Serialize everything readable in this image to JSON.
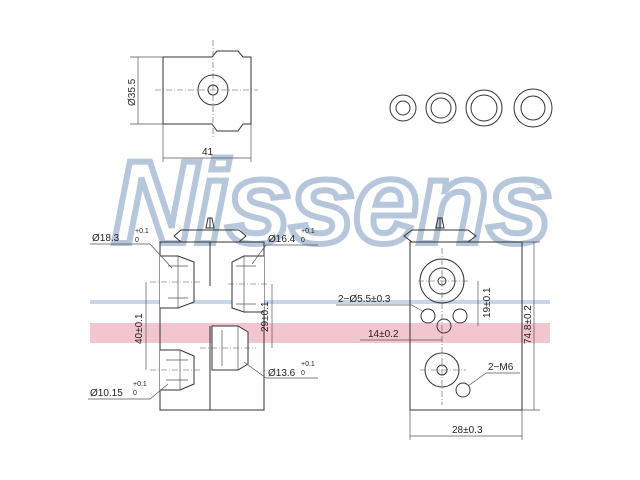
{
  "brand": {
    "logo_text": "Nissens",
    "registered_mark": "®",
    "colors": {
      "logo_outline": "#b6c7db",
      "stripe_blue": "#c9d6e6",
      "stripe_red": "#f3c6cf",
      "line": "#333333"
    }
  },
  "top_view": {
    "height_dim": "35.5",
    "height_prefix": "Ø",
    "width_dim": "41"
  },
  "front_view": {
    "d_top_left": "Ø18.3",
    "d_top_left_tol_upper": "+0.1",
    "d_top_left_tol_lower": "0",
    "d_top_right": "Ø16.4",
    "d_top_right_tol_upper": "+0.1",
    "d_top_right_tol_lower": "0",
    "dim_40": "40±0.1",
    "dim_29": "29±0.1",
    "d_bottom_right": "Ø13.6",
    "d_bottom_right_tol_upper": "+0.1",
    "d_bottom_right_tol_lower": "0",
    "d_bottom_left": "Ø10.15",
    "d_bottom_left_tol_upper": "+0.1",
    "d_bottom_left_tol_lower": "0"
  },
  "side_view": {
    "holes": "2−Ø5.5±0.3",
    "dim_14": "14±0.2",
    "dim_19": "19±0.1",
    "dim_74_8": "74.8±0.2",
    "thread": "2−M6",
    "dim_28": "28±0.3"
  }
}
